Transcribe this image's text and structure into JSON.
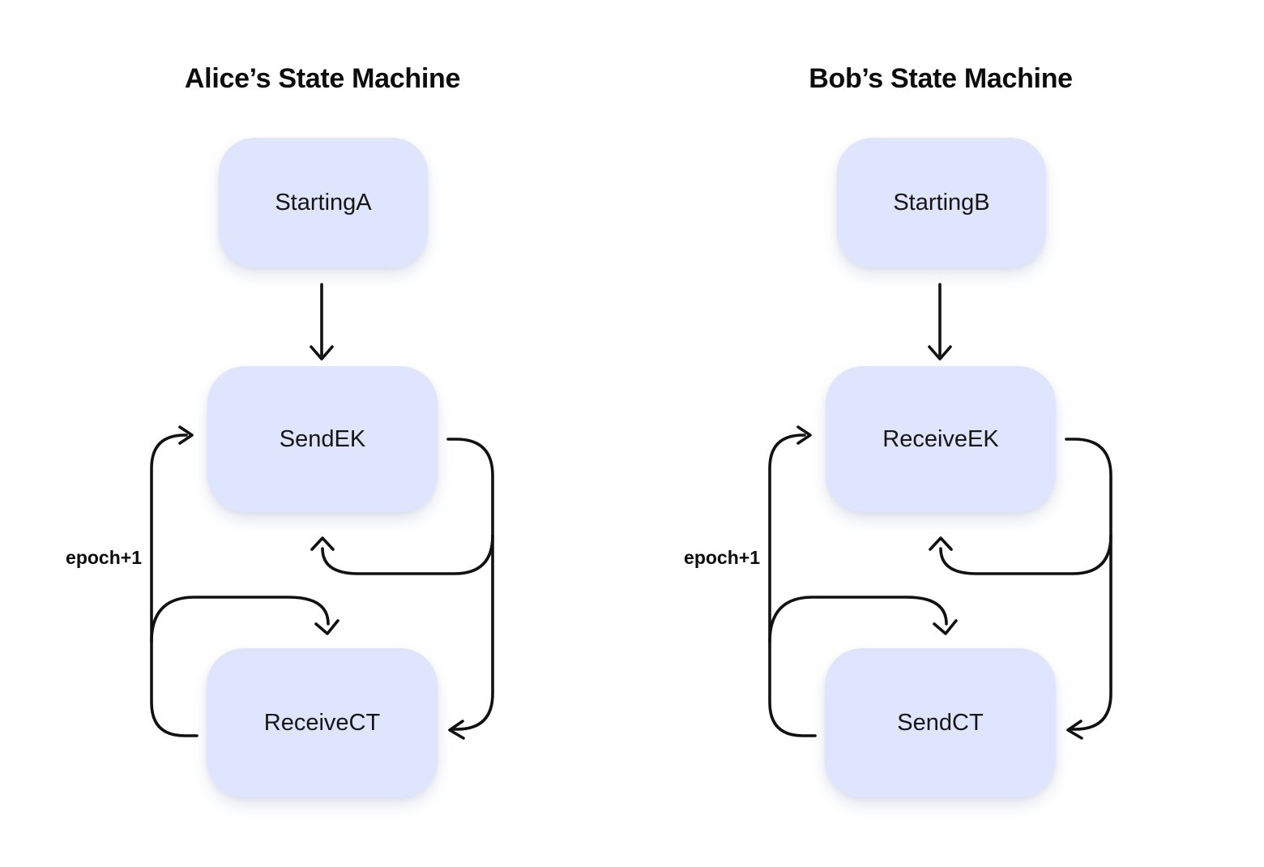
{
  "machines": [
    {
      "title": "Alice’s State Machine",
      "nodes": [
        "StartingA",
        "SendEK",
        "ReceiveCT"
      ],
      "edge_label": "epoch+1",
      "edges": [
        {
          "from": "StartingA",
          "to": "SendEK"
        },
        {
          "from": "SendEK",
          "to": "ReceiveCT"
        },
        {
          "from": "SendEK",
          "to": "SendEK"
        },
        {
          "from": "ReceiveCT",
          "to": "ReceiveCT"
        },
        {
          "from": "ReceiveCT",
          "to": "SendEK",
          "label": "epoch+1"
        }
      ]
    },
    {
      "title": "Bob’s State Machine",
      "nodes": [
        "StartingB",
        "ReceiveEK",
        "SendCT"
      ],
      "edge_label": "epoch+1",
      "edges": [
        {
          "from": "StartingB",
          "to": "ReceiveEK"
        },
        {
          "from": "ReceiveEK",
          "to": "SendCT"
        },
        {
          "from": "ReceiveEK",
          "to": "ReceiveEK"
        },
        {
          "from": "SendCT",
          "to": "SendCT"
        },
        {
          "from": "SendCT",
          "to": "ReceiveEK",
          "label": "epoch+1"
        }
      ]
    }
  ],
  "colors": {
    "node_fill": "#dfe5fc",
    "line": "#111111",
    "text": "#161616",
    "title_text": "#0c0c0c",
    "background": "#ffffff"
  }
}
